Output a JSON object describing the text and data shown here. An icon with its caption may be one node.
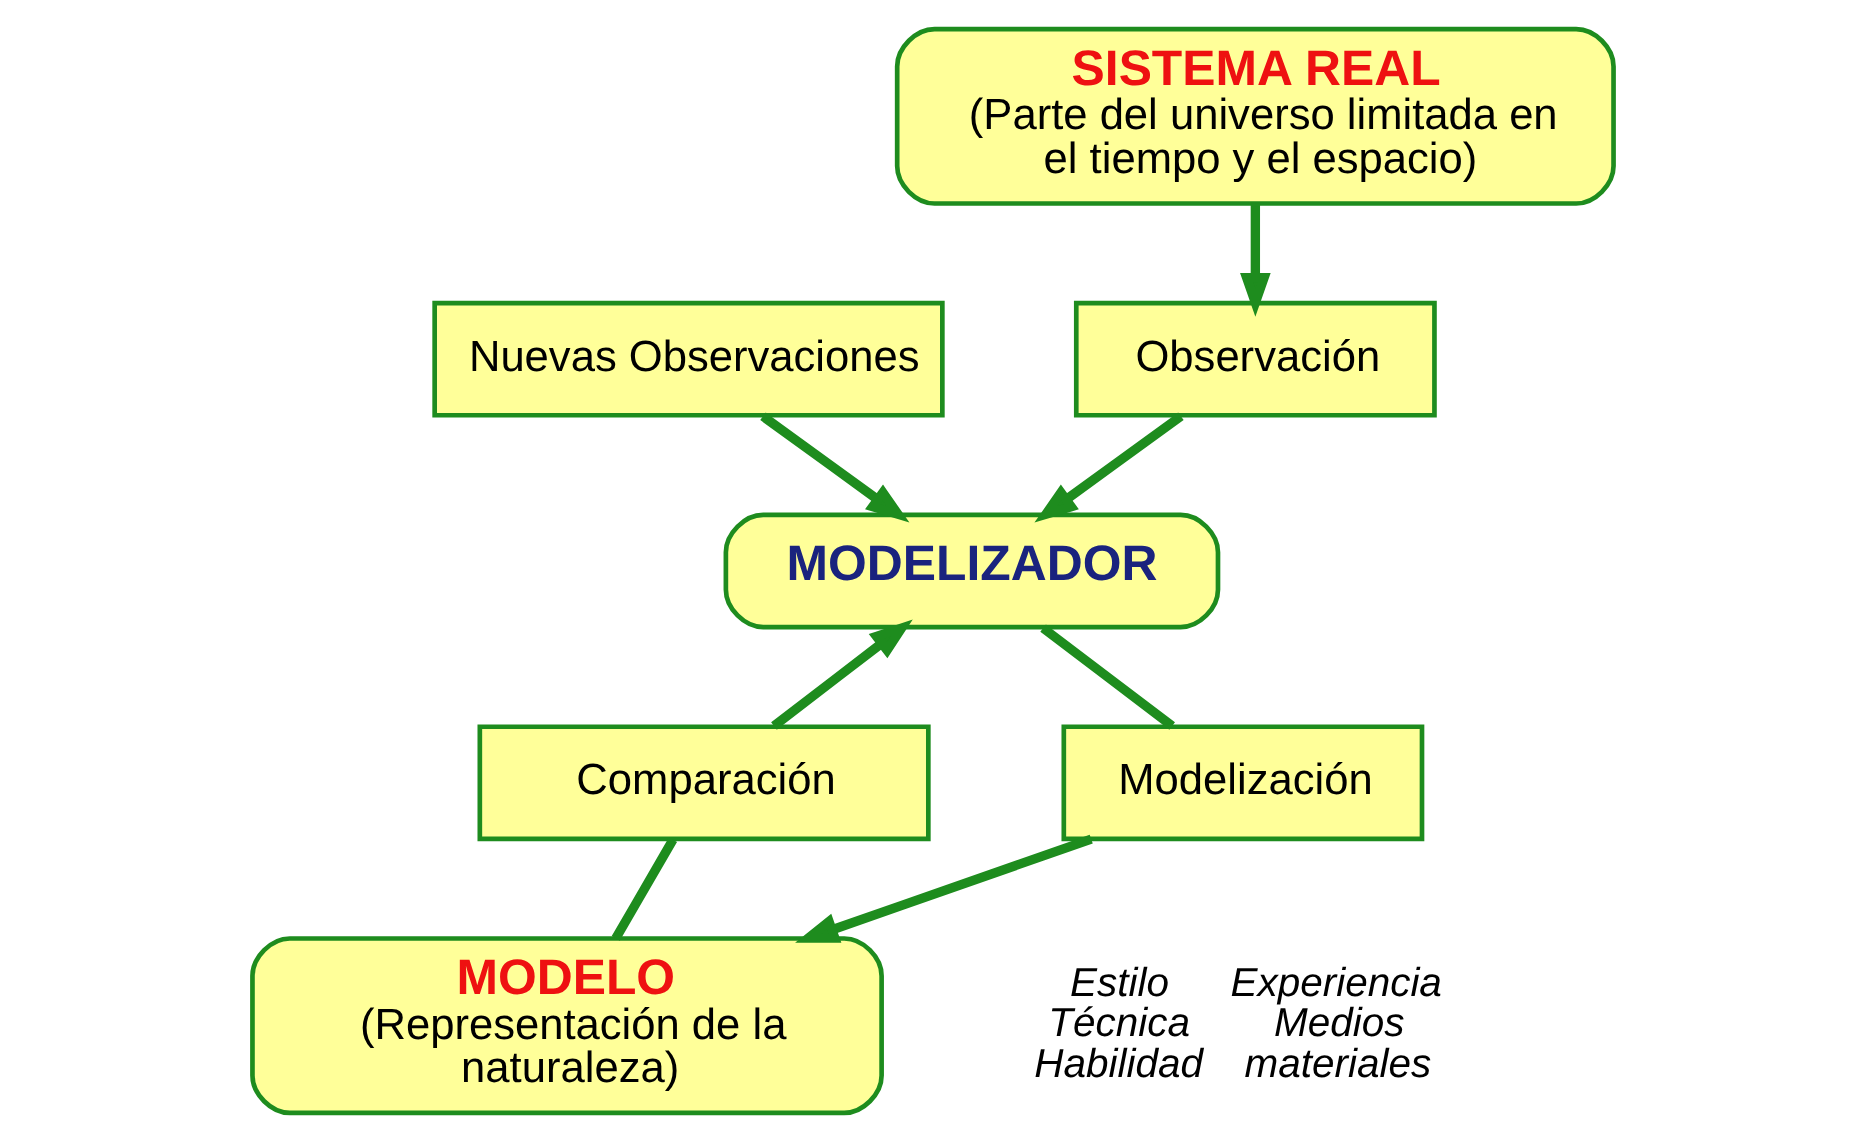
{
  "diagram": {
    "nodes": [
      {
        "text": [
          "SISTEMA REAL",
          "(Parte del universo limitada en el tiempo y el espacio)"
        ]
      },
      {
        "text": [
          "Nuevas Observaciones"
        ]
      },
      {
        "text": [
          "Observación"
        ]
      },
      {
        "text": [
          "MODELIZADOR"
        ]
      },
      {
        "text": [
          "Comparación"
        ]
      },
      {
        "text": [
          "Modelización"
        ],
        "beside": [
          "Estilo Técnica Habilidad",
          "Experiencia Medios materiales"
        ]
      },
      {
        "text": [
          "MODELO",
          "(Representación de la naturaleza)"
        ]
      }
    ],
    "edges": [
      {
        "from": 0,
        "to": 2,
        "arrow": "to"
      },
      {
        "from": 2,
        "to": 3,
        "arrow": "to"
      },
      {
        "from": 1,
        "to": 3,
        "arrow": "to"
      },
      {
        "from": 6,
        "to": 4,
        "arrow": "none"
      },
      {
        "from": 4,
        "to": 3,
        "arrow": "to"
      },
      {
        "from": 3,
        "to": 5,
        "arrow": "none"
      },
      {
        "from": 5,
        "to": 6,
        "arrow": "to"
      }
    ]
  }
}
